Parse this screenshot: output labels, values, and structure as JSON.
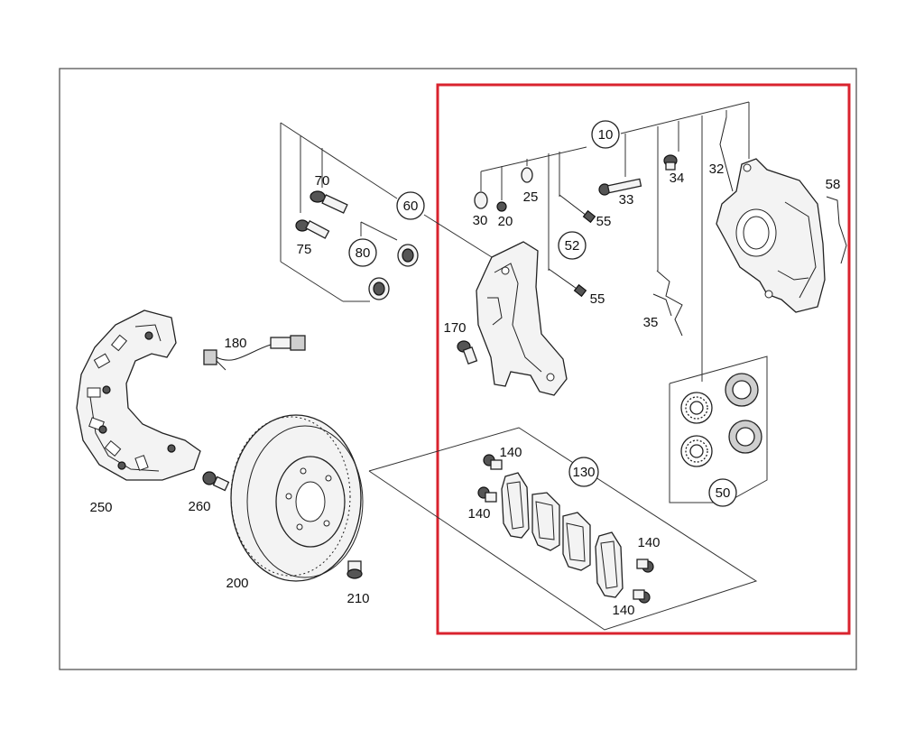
{
  "colors": {
    "highlight_frame": "#d9232e",
    "frame": "#555555",
    "ink": "#222222"
  },
  "callouts": {
    "p10": "10",
    "p20": "20",
    "p25": "25",
    "p30": "30",
    "p32": "32",
    "p33": "33",
    "p34": "34",
    "p35": "35",
    "p50": "50",
    "p52": "52",
    "p55a": "55",
    "p55b": "55",
    "p58": "58",
    "p60": "60",
    "p70": "70",
    "p75": "75",
    "p80": "80",
    "p130": "130",
    "p140a": "140",
    "p140b": "140",
    "p140c": "140",
    "p140d": "140",
    "p170": "170",
    "p180": "180",
    "p200": "200",
    "p210": "210",
    "p250": "250",
    "p260": "260"
  }
}
